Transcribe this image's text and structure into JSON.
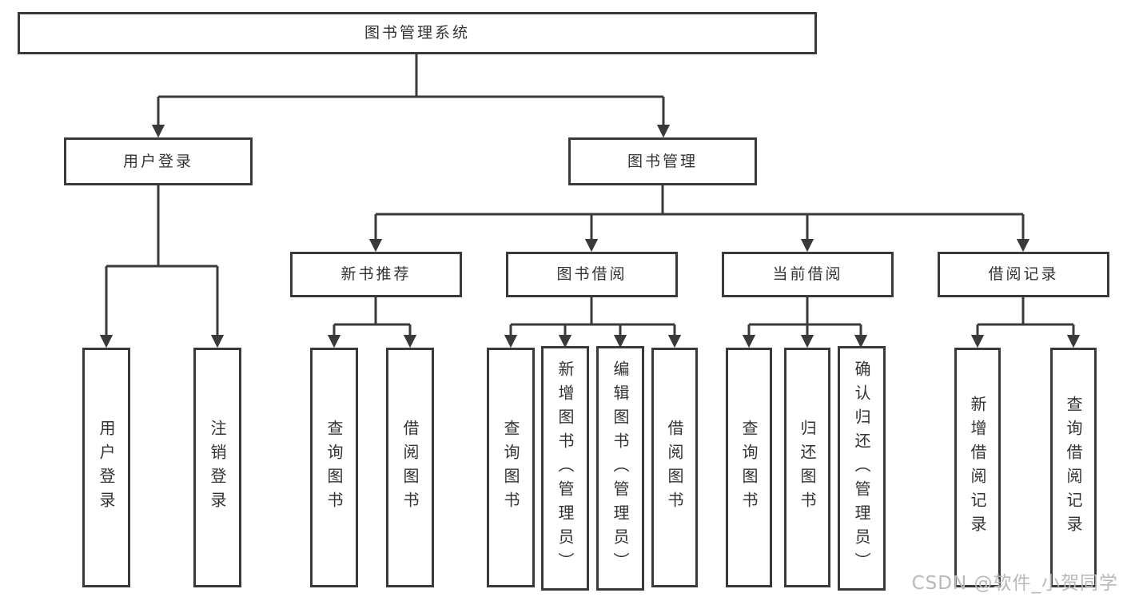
{
  "diagram": {
    "root": {
      "label": "图书管理系统"
    },
    "user_login": {
      "label": "用户登录",
      "children": [
        {
          "label": "用户登录"
        },
        {
          "label": "注销登录"
        }
      ]
    },
    "book_management": {
      "label": "图书管理",
      "sections": [
        {
          "label": "新书推荐",
          "children": [
            {
              "label": "查询图书"
            },
            {
              "label": "借阅图书"
            }
          ]
        },
        {
          "label": "图书借阅",
          "children": [
            {
              "label": "查询图书"
            },
            {
              "label": "新增图书（管理员）"
            },
            {
              "label": "编辑图书（管理员）"
            },
            {
              "label": "借阅图书"
            }
          ]
        },
        {
          "label": "当前借阅",
          "children": [
            {
              "label": "查询图书"
            },
            {
              "label": "归还图书"
            },
            {
              "label": "确认归还（管理员）"
            }
          ]
        },
        {
          "label": "借阅记录",
          "children": [
            {
              "label": "新增借阅记录"
            },
            {
              "label": "查询借阅记录"
            }
          ]
        }
      ]
    }
  },
  "watermark": {
    "text": "CSDN @软件_小贺同学"
  },
  "colors": {
    "line": "#3a3a3a",
    "box_border": "#3a3a3a",
    "box_fill": "#ffffff",
    "text": "#333333",
    "watermark": "#b9b9b9",
    "background": "#ffffff"
  }
}
